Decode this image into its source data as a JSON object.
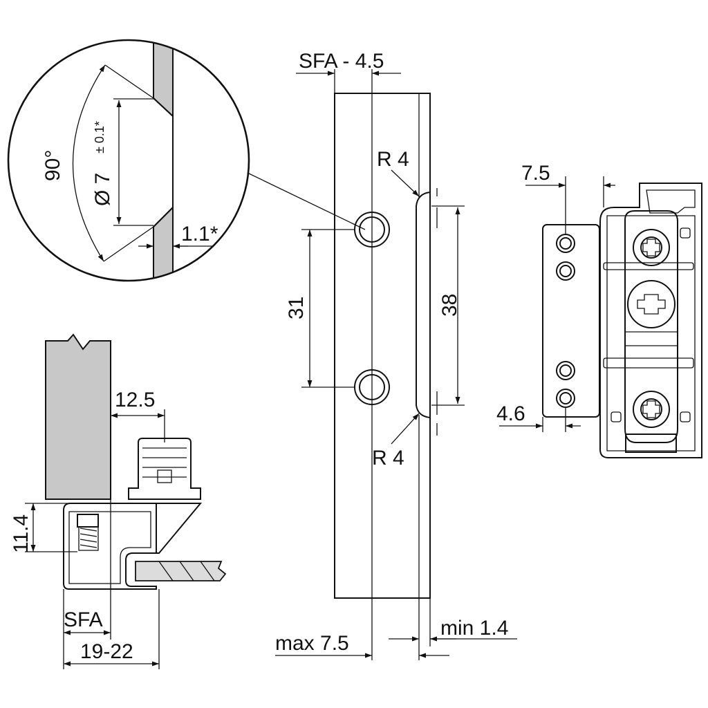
{
  "detail": {
    "angle": "90°",
    "diameter": "Ø 7",
    "tolerance": "± 0.1*",
    "depth": "1.1*"
  },
  "front": {
    "sfa_offset": "SFA - 4.5",
    "radius_top": "R 4",
    "radius_bottom": "R 4",
    "hole_spacing": "31",
    "slot_length": "38",
    "max_label": "max 7.5",
    "min_label": "min 1.4"
  },
  "side": {
    "top_offset": "7.5",
    "bottom_offset": "4.6"
  },
  "section": {
    "offset": "12.5",
    "height": "11.4",
    "sfa": "SFA",
    "thickness": "19-22"
  }
}
